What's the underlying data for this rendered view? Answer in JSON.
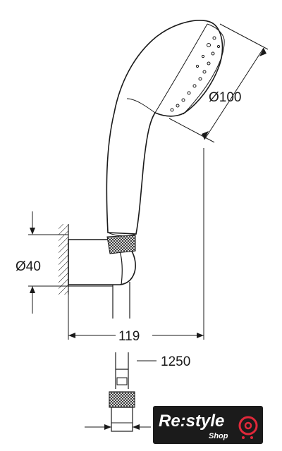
{
  "dimensions": {
    "head_diameter": "Ø100",
    "bracket_diameter": "Ø40",
    "projection": "119",
    "hose_length": "1250"
  },
  "logo": {
    "main": "Re:style",
    "sub": "Shop",
    "accent_color": "#e0283a",
    "icon": "at-cart-icon"
  }
}
